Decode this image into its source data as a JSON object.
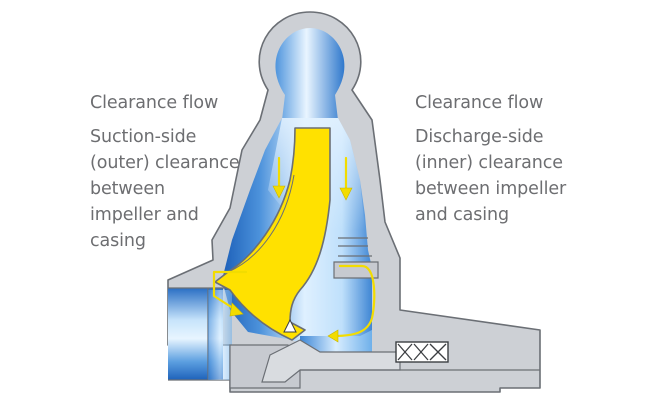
{
  "labels": {
    "left": {
      "heading": "Clearance flow",
      "lines": [
        "Suction-side",
        "(outer) clearance",
        "between",
        "impeller and",
        "casing"
      ]
    },
    "right": {
      "heading": "Clearance flow",
      "lines": [
        "Discharge-side",
        "(inner) clearance",
        "between impeller",
        "and casing"
      ]
    }
  },
  "colors": {
    "casing": "#cdd0d5",
    "casing_stroke": "#6b6f75",
    "impeller": "#ffe100",
    "fluid_light": "#e6f3ff",
    "fluid_dark": "#1a66c2",
    "arrow": "#f2dc00",
    "text": "#6d6e71"
  }
}
